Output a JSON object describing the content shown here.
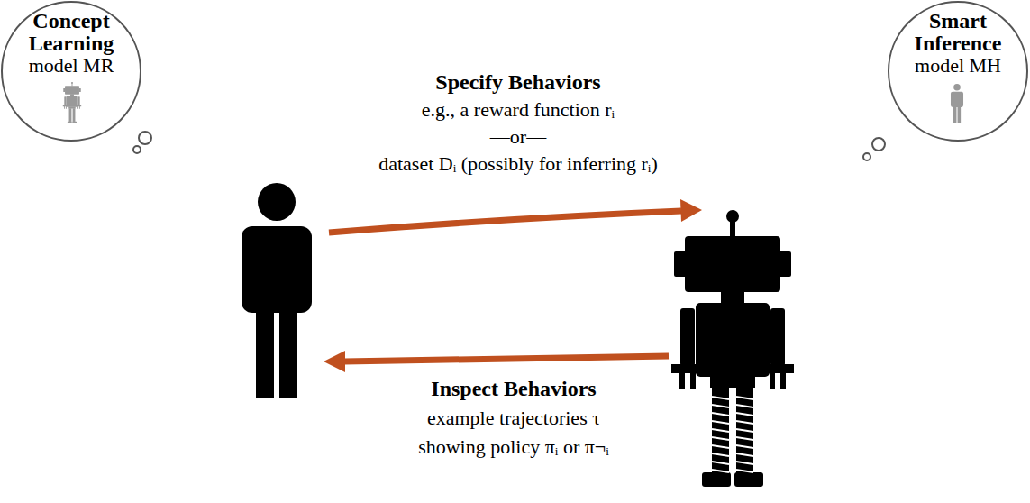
{
  "diagram": {
    "nodes": [
      {
        "text": [
          "Concept Learning",
          "model MR"
        ]
      },
      {
        "text": [
          "Smart Inference",
          "model MH"
        ]
      }
    ],
    "labels": [
      "Specify Behaviors",
      "e.g., a reward function rᵢ",
      "—or—",
      "dataset Dᵢ (possibly for inferring rᵢ)",
      "Inspect Behaviors",
      "example trajectories τ",
      "showing policy πᵢ or π¬ᵢ"
    ]
  }
}
